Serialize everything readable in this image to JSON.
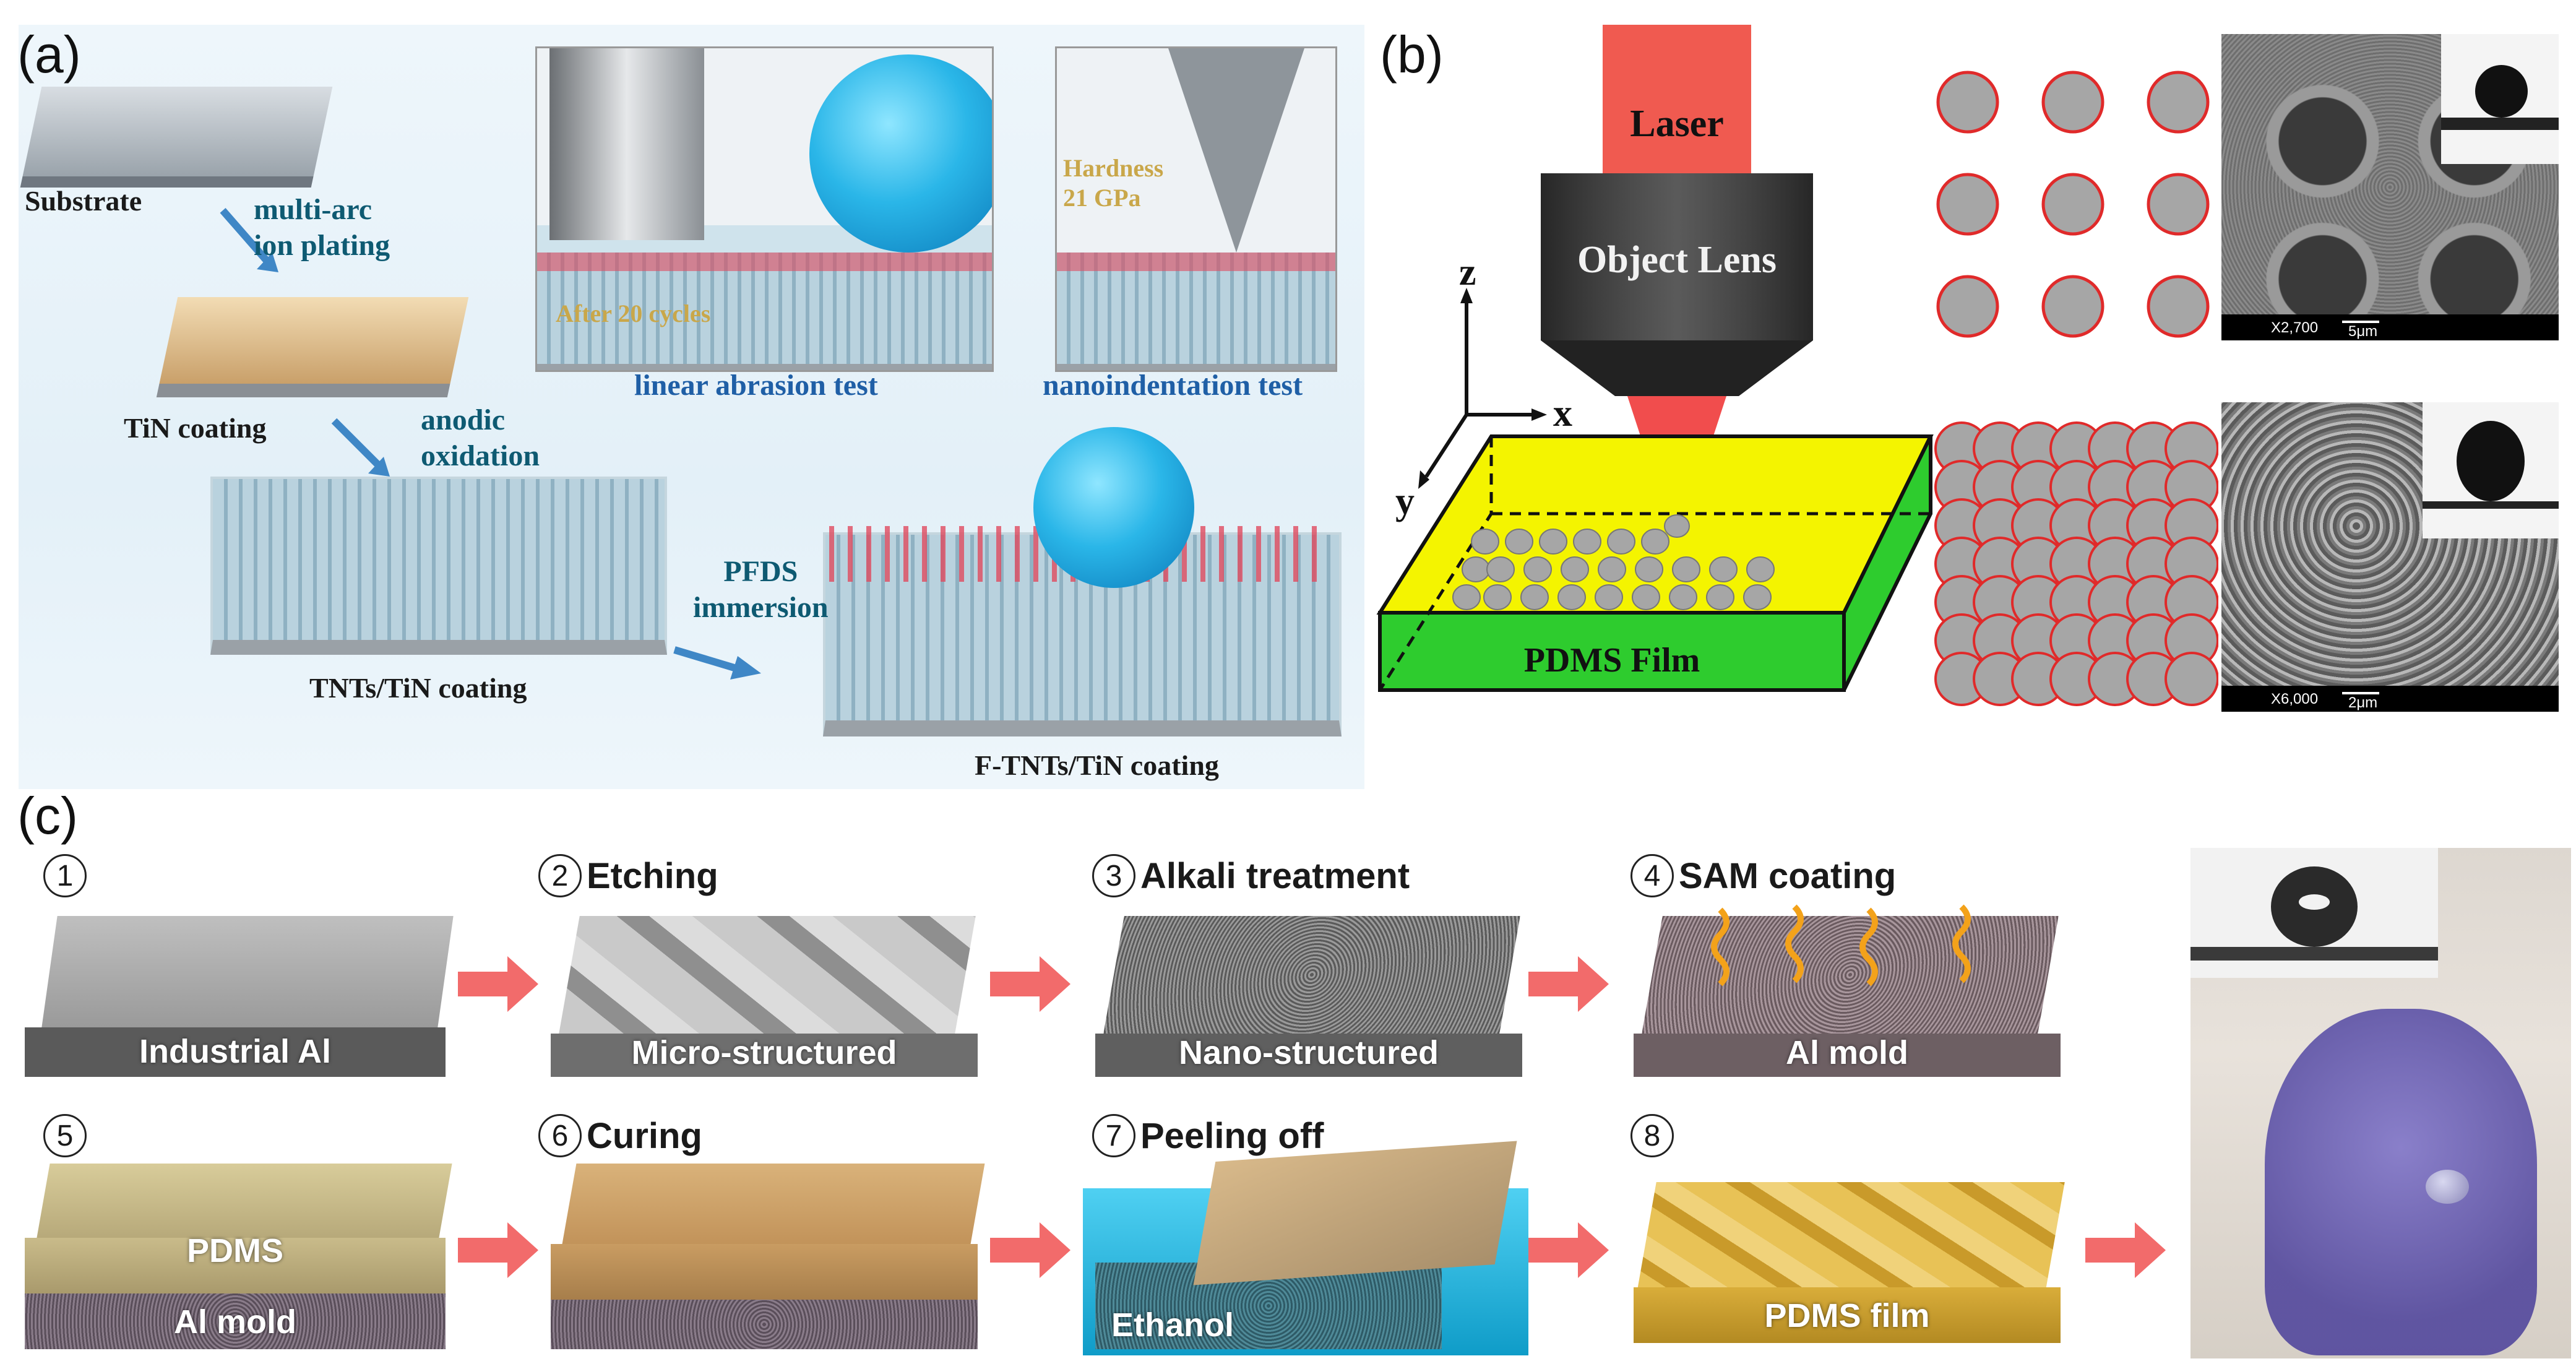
{
  "panel_a": {
    "letter": "(a)",
    "substrate": "Substrate",
    "process1": "multi-arc\nion plating",
    "tin_coating": "TiN coating",
    "process2": "anodic\noxidation",
    "tnts_coating": "TNTs/TiN coating",
    "process3": "PFDS\nimmersion",
    "ftnts_coating": "F-TNTs/TiN coating",
    "abrasion_inset_text": "After 20 cycles",
    "abrasion_caption": "linear abrasion test",
    "hardness_text": "Hardness\n21 GPa",
    "nano_caption": "nanoindentation test"
  },
  "panel_b": {
    "letter": "(b)",
    "laser": "Laser",
    "lens": "Object Lens",
    "axis_z": "z",
    "axis_x": "x",
    "axis_y": "y",
    "film": "PDMS Film",
    "sem1_mag": "X2,700",
    "sem1_scale": "5μm",
    "sem2_mag": "X6,000",
    "sem2_scale": "2μm"
  },
  "panel_c": {
    "letter": "(c)",
    "steps": [
      {
        "num": "1",
        "title": "",
        "label": "Industrial Al"
      },
      {
        "num": "2",
        "title": "Etching",
        "label": "Micro-structured"
      },
      {
        "num": "3",
        "title": "Alkali treatment",
        "label": "Nano-structured"
      },
      {
        "num": "4",
        "title": "SAM coating",
        "label": "Al mold"
      },
      {
        "num": "5",
        "title": "",
        "label": "PDMS",
        "label2": "Al mold"
      },
      {
        "num": "6",
        "title": "Curing",
        "label": ""
      },
      {
        "num": "7",
        "title": "Peeling off",
        "label": "Ethanol"
      },
      {
        "num": "8",
        "title": "",
        "label": "PDMS film"
      }
    ]
  },
  "colors": {
    "arrow": "#f26b6b",
    "laser_red": "#ee4444",
    "film_yellow": "#f4f400",
    "film_green": "#2ecc2e",
    "dot_gray": "#a6a6a6"
  }
}
